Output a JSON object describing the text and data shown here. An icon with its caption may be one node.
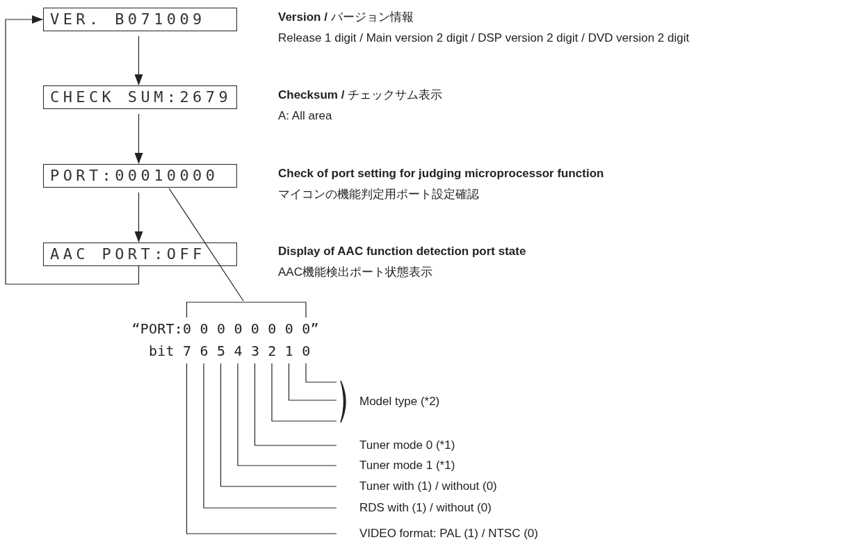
{
  "diagram": {
    "nodes": [
      {
        "text": [
          "VER. B071009"
        ],
        "beside": [
          "**Version /** バージョン情報",
          "Release 1 digit / Main version 2 digit / DSP version 2 digit / DVD version 2 digit"
        ]
      },
      {
        "text": [
          "CHECK SUM:2679"
        ],
        "beside": [
          "**Checksum /** チェックサム表示",
          "A: All area"
        ]
      },
      {
        "text": [
          "PORT:00010000"
        ],
        "beside": [
          "Check of port setting for judging microprocessor function",
          "マイコンの機能判定用ポート設定確認"
        ]
      },
      {
        "text": [
          "AAC PORT:OFF"
        ],
        "beside": [
          "Display of AAC function detection port state",
          "AAC機能検出ポート状態表示"
        ]
      },
      {
        "text": [
          "“PORT:0 0 0 0 0 0 0 0”",
          "bit 7 6 5 4 3 2 1 0"
        ]
      },
      {
        "text": [
          "Model type (*2)"
        ]
      },
      {
        "text": [
          "Tuner mode 0 (*1)"
        ]
      },
      {
        "text": [
          "Tuner mode 1 (*1)"
        ]
      },
      {
        "text": [
          "Tuner with (1) / without (0)"
        ]
      },
      {
        "text": [
          "RDS with (1) / without (0)"
        ]
      },
      {
        "text": [
          "VIDEO format: PAL (1) / NTSC (0)"
        ]
      }
    ],
    "edges": [
      {
        "from": 0,
        "to": 1,
        "arrow": "to"
      },
      {
        "from": 1,
        "to": 2,
        "arrow": "to"
      },
      {
        "from": 2,
        "to": 3,
        "arrow": "to"
      },
      {
        "from": 3,
        "to": 0,
        "arrow": "to"
      },
      {
        "from": 2,
        "to": 4,
        "arrow": "none"
      },
      {
        "from": 4,
        "to": 5,
        "arrow": "none"
      },
      {
        "from": 4,
        "to": 5,
        "arrow": "none"
      },
      {
        "from": 4,
        "to": 5,
        "arrow": "none"
      },
      {
        "from": 4,
        "to": 6,
        "arrow": "none"
      },
      {
        "from": 4,
        "to": 7,
        "arrow": "none"
      },
      {
        "from": 4,
        "to": 8,
        "arrow": "none"
      },
      {
        "from": 4,
        "to": 9,
        "arrow": "none"
      },
      {
        "from": 4,
        "to": 10,
        "arrow": "none"
      }
    ]
  }
}
